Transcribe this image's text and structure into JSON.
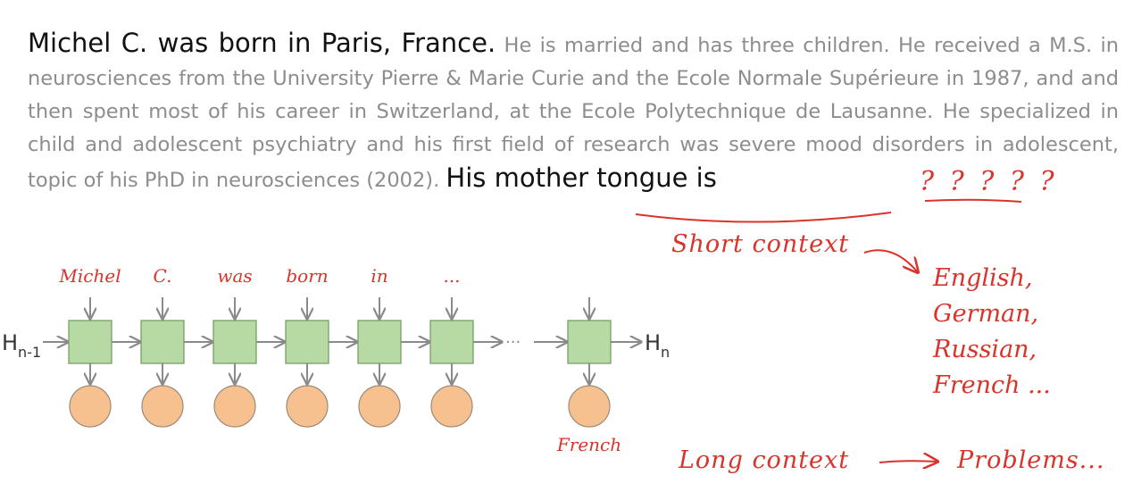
{
  "paragraph": {
    "lead": "Michel C. was born in Paris, France.",
    "body": "He is married and has three children. He received a M.S. in neurosciences from the University Pierre & Marie Curie and the Ecole Normale Supérieure in 1987, and and then spent most of his career in Switzerland, at the Ecole Polytechnique de Lausanne. He specialized in child and adolescent psychiatry and his first field of research was severe mood disorders in adolescent, topic of his PhD in neurosciences (2002).",
    "tail": "His mother tongue is",
    "blank": "? ? ? ? ?"
  },
  "annotations": {
    "short_context": "Short context",
    "long_context": "Long context",
    "problems": "Problems...",
    "candidates": [
      "English,",
      "German,",
      "Russian,",
      "French ..."
    ]
  },
  "rnn": {
    "input_words": [
      "Michel",
      "C.",
      "was",
      "born",
      "in",
      "..."
    ],
    "ellipsis": "...",
    "h_start": "H",
    "h_start_sub": "n-1",
    "h_end": "H",
    "h_end_sub": "n",
    "final_output": "French"
  },
  "colors": {
    "cell_fill": "#b7d9a4",
    "cell_stroke": "#6f9a5c",
    "output_fill": "#f7c08f",
    "output_stroke": "#9a8a7a",
    "arrow": "#8a8a8a",
    "annotation_red": "#d9342b",
    "muted_text": "#8d8d8d"
  }
}
